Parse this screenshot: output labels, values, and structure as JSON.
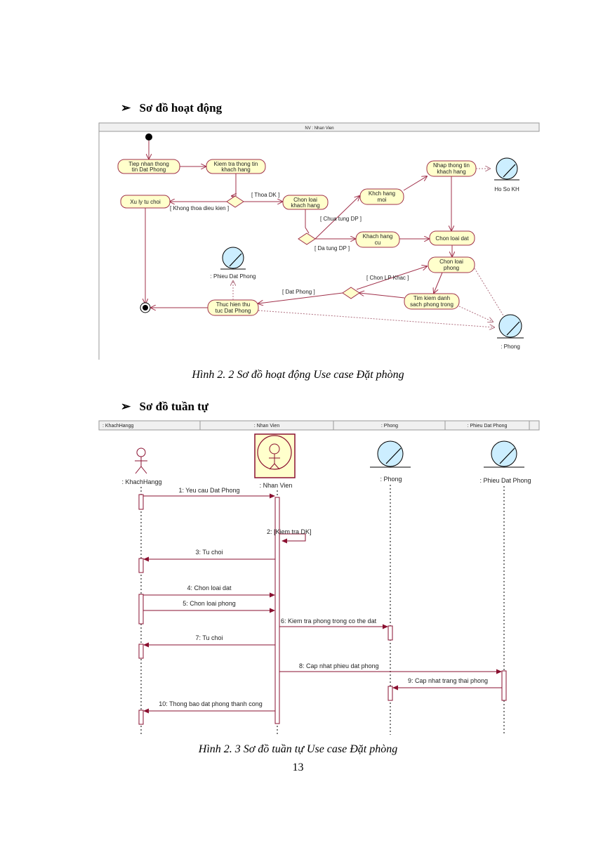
{
  "section1": {
    "bullet": "➢",
    "title": "Sơ đồ hoạt động"
  },
  "activity": {
    "swimlane": "NV : Nhan Vien",
    "nodes": {
      "tiep_nhan": [
        "Tiep nhan thong",
        "tin Dat Phong"
      ],
      "kiem_tra": [
        "Kiem tra thong tin",
        "khach hang"
      ],
      "xu_ly": "Xu ly tu choi",
      "chon_loai_kh": [
        "Chon loai",
        "khach hang"
      ],
      "kh_moi": [
        "Khch hang",
        "moi"
      ],
      "nhap_tt": [
        "Nhap thong tin",
        "khach hang"
      ],
      "kh_cu": [
        "Khach hang",
        "cu"
      ],
      "chon_loai_dat": "Chon loai dat",
      "chon_loai_phong": [
        "Chon loai",
        "phong"
      ],
      "tim_kiem": [
        "Tim kiem danh",
        "sach phong trong"
      ],
      "thuc_hien": [
        "Thuc hien thu",
        "tuc Dat Phong"
      ]
    },
    "objects": {
      "ho_so": "Ho So KH",
      "phieu": ": Phieu Dat Phong",
      "phong": ": Phong"
    },
    "guards": {
      "thoa": "[ Thoa DK ]",
      "khong_thoa": "[ Khong thoa dieu kien ]",
      "chua_tung": "[ Chua tung DP ]",
      "da_tung": "[ Da tung DP ]",
      "chon_lp": "[ Chon LP Khac ]",
      "dat_phong": "[ Dat Phong ]"
    }
  },
  "caption1": "Hình 2. 2 Sơ đồ hoạt động Use case Đặt phòng",
  "section2": {
    "bullet": "➢",
    "title": "Sơ đồ tuần tự"
  },
  "sequence": {
    "header": [
      ": KhachHangg",
      ": Nhan Vien",
      ": Phong",
      ": Phieu Dat Phong"
    ],
    "lifelines": {
      "khach": ": KhachHangg",
      "nhan_vien": ": Nhan Vien",
      "phong": ": Phong",
      "phieu": ": Phieu Dat Phong"
    },
    "messages": [
      "1: Yeu cau Dat Phong",
      "2: [Kiem tra DK]",
      "3: Tu choi",
      "4: Chon loai dat",
      "5: Chon loai phong",
      "6: Kiem tra phong trong co the dat",
      "7: Tu choi",
      "8: Cap nhat phieu dat phong",
      "9: Cap nhat trang thai phong",
      "10: Thong bao dat phong thanh cong"
    ]
  },
  "caption2": "Hình 2. 3 Sơ đồ tuần tự Use case Đặt phòng",
  "page_number": "13"
}
